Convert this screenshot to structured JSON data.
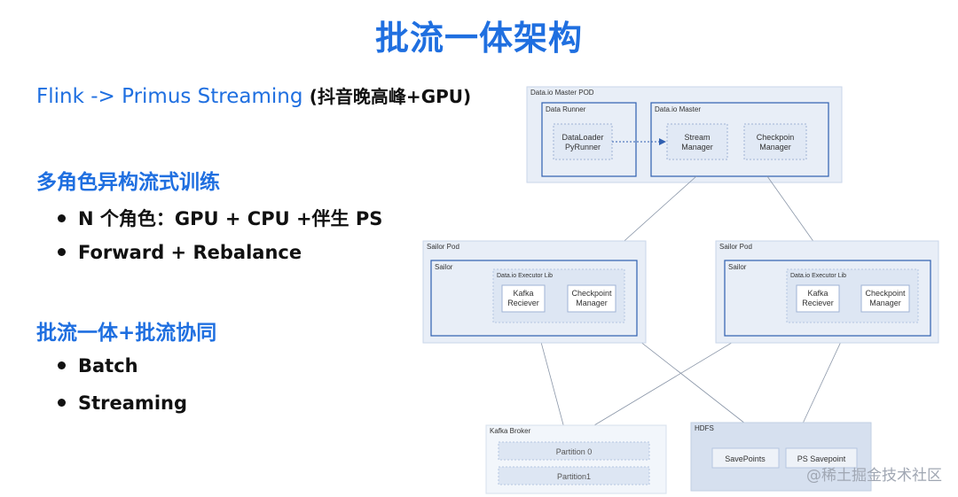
{
  "title": "批流一体架构",
  "left": {
    "line1_hl": "Flink -> Primus Streaming",
    "line1_rest": "(抖音晚高峰+GPU)",
    "section1": {
      "heading": "多角色异构流式训练",
      "bullets": [
        "N 个角色：GPU + CPU +伴生 PS",
        "Forward + Rebalance"
      ]
    },
    "section2": {
      "heading": "批流一体+批流协同",
      "bullets": [
        "Batch",
        "Streaming"
      ]
    }
  },
  "diagram": {
    "master_pod": {
      "label": "Data.io Master POD",
      "runner": {
        "label": "Data Runner",
        "node": [
          "DataLoader",
          "PyRunner"
        ]
      },
      "master": {
        "label": "Data.io Master",
        "stream_manager": [
          "Stream",
          "Manager"
        ],
        "checkpoint_manager": [
          "Checkpoin",
          "Manager"
        ]
      }
    },
    "sailor_pod_left": {
      "pod_label": "Sailor Pod",
      "sailor_label": "Sailor",
      "lib_label": "Data.io Executor Lib",
      "kafka": [
        "Kafka",
        "Reciever"
      ],
      "checkpoint": [
        "Checkpoint",
        "Manager"
      ]
    },
    "sailor_pod_right": {
      "pod_label": "Sailor Pod",
      "sailor_label": "Sailor",
      "lib_label": "Data.io Executor Lib",
      "kafka": [
        "Kafka",
        "Reciever"
      ],
      "checkpoint": [
        "Checkpoint",
        "Manager"
      ]
    },
    "kafka_broker": {
      "label": "Kafka Broker",
      "partitions": [
        "Partition 0",
        "Partition1"
      ]
    },
    "hdfs": {
      "label": "HDFS",
      "savepoints": "SavePoints",
      "ps_savepoint": "PS Savepoint"
    }
  },
  "watermark": "@稀土掘金技术社区",
  "colors": {
    "accent": "#1f6fe0",
    "box_border": "#2f5fb0",
    "pod_fill": "#e8eef7",
    "hdfs_fill": "#d6e0ef"
  }
}
